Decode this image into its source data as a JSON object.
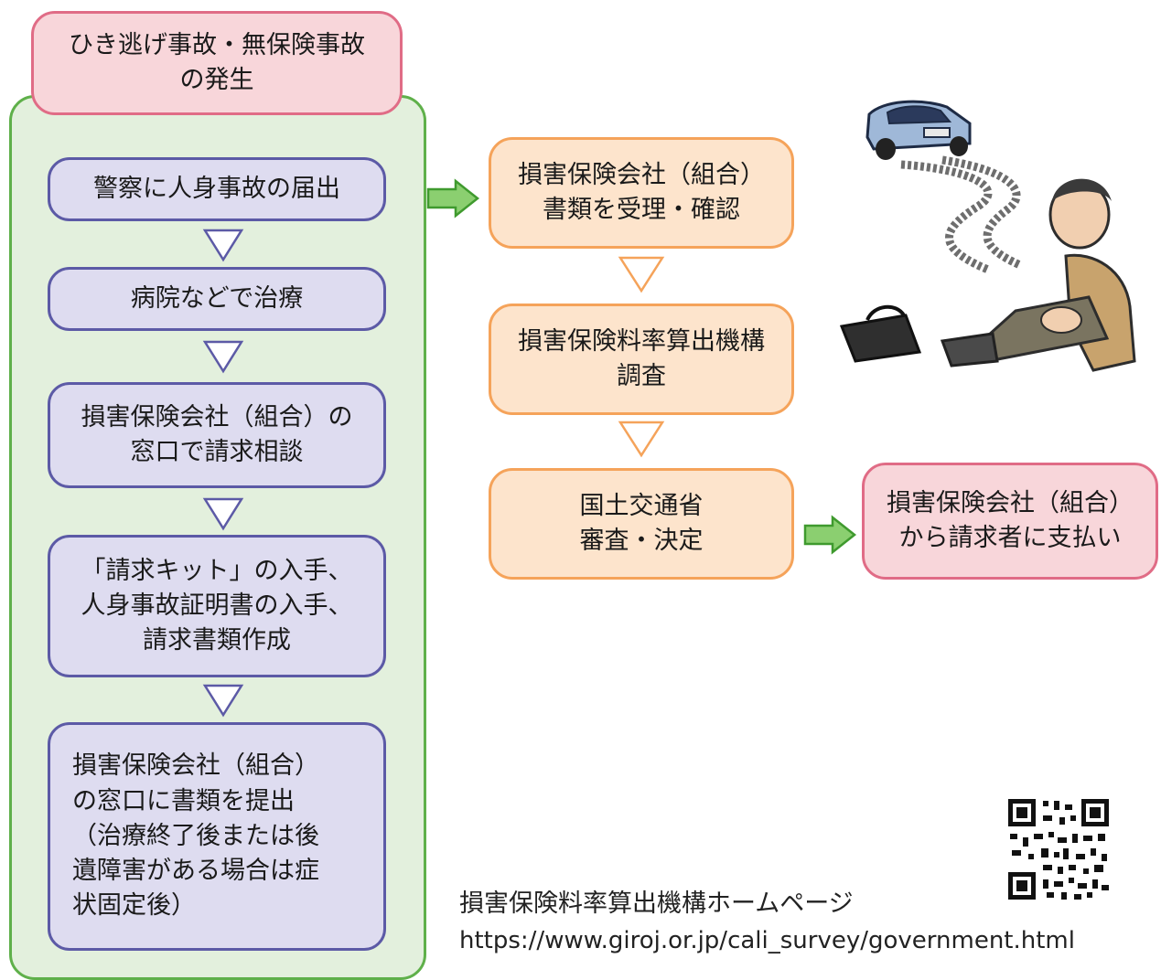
{
  "start": {
    "text": "ひき逃げ事故・無保険事故\nの発生"
  },
  "left_steps": [
    "警察に人身事故の届出",
    "病院などで治療",
    "損害保険会社（組合）の\n窓口で請求相談",
    "「請求キット」の入手、\n人身事故証明書の入手、\n請求書類作成",
    "損害保険会社（組合）\nの窓口に書類を提出\n（治療終了後または後\n遺障害がある場合は症\n状固定後）"
  ],
  "right_steps": [
    "損害保険会社（組合）\n書類を受理・確認",
    "損害保険料率算出機構\n調査",
    "国土交通省\n審査・決定"
  ],
  "payment": {
    "text": "損害保険会社（組合）\nから請求者に支払い"
  },
  "homepage": {
    "label": "損害保険料率算出機構ホームページ",
    "url": "https://www.giroj.or.jp/cali_survey/government.html"
  },
  "colors": {
    "green": "#5fb04a",
    "green_fill": "#e3f0dd",
    "pink": "#e06c86",
    "pink_fill": "#f8d6da",
    "purple": "#5c5aa6",
    "purple_fill": "#dedcf0",
    "orange": "#f5a35a",
    "orange_fill": "#fde4cc"
  },
  "icons": [
    "green-arrow-icon",
    "down-triangle-icon",
    "qr-code-icon",
    "car-icon",
    "injured-person-icon"
  ]
}
